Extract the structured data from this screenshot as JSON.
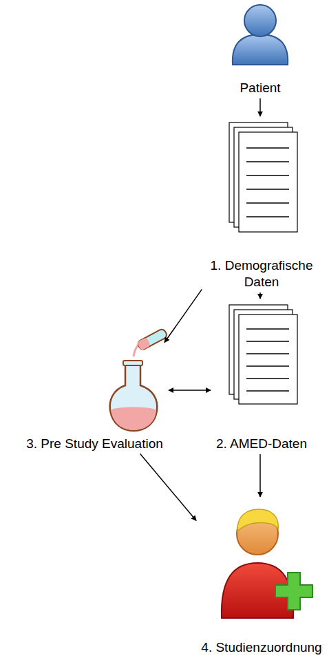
{
  "diagram": {
    "nodes": [
      {
        "text": [
          "Patient"
        ]
      },
      {
        "text": [
          "1. Demografische Daten"
        ]
      },
      {
        "text": [
          "3. Pre Study Evaluation"
        ]
      },
      {
        "text": [
          "2. AMED-Daten"
        ]
      },
      {
        "text": [
          "4. Studienzuordnung"
        ]
      }
    ],
    "edges": [
      {
        "from": 0,
        "to": 1,
        "arrow": "to"
      },
      {
        "from": 1,
        "to": 2,
        "arrow": "to"
      },
      {
        "from": 1,
        "to": 3,
        "arrow": "to"
      },
      {
        "from": 2,
        "to": 3,
        "arrow": "both"
      },
      {
        "from": 2,
        "to": 4,
        "arrow": "to"
      },
      {
        "from": 3,
        "to": 4,
        "arrow": "to"
      }
    ]
  }
}
